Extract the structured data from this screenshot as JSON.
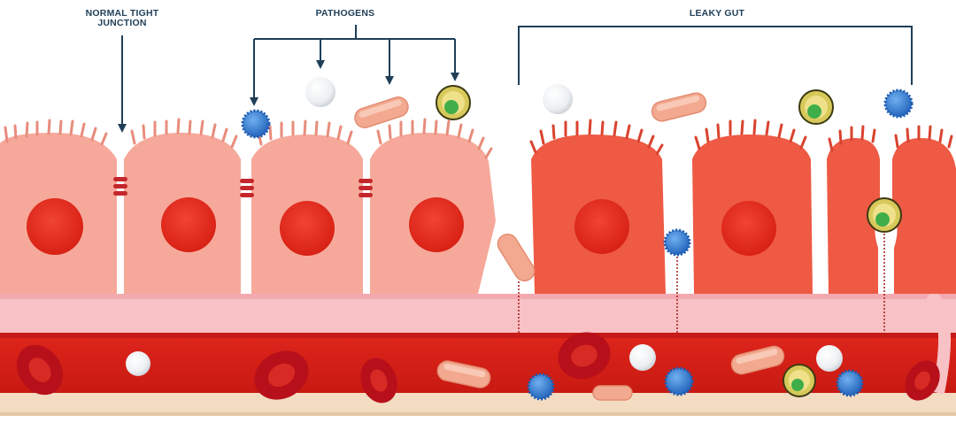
{
  "labels": {
    "normal_tight_junction": [
      "NORMAL TIGHT",
      "JUNCTION"
    ],
    "pathogens": "PATHOGENS",
    "leaky_gut": "LEAKY GUT"
  },
  "colors": {
    "healthy_cell": "#f6a99a",
    "healthy_cell_edge": "#e88c7c",
    "leaky_cell": "#ee5a44",
    "leaky_cell_edge": "#d9432f",
    "nucleus": "#e32a1c",
    "junction": "#c4262b",
    "vessel_wall": "#f8c1c5",
    "vessel_lumen": "#e1241b",
    "red_blood_cell": "#b8101a",
    "label_line": "#1f3f58",
    "pill": "#f2a98f",
    "blue_pathogen": "#3b82d6",
    "yellow_pathogen": "#c9b53a",
    "green_core": "#3fae49",
    "base": "#f3dcc2"
  },
  "icons": [
    "white-sphere-particle",
    "pill-particle",
    "blue-spiky-pathogen",
    "yellow-ringed-pathogen",
    "red-blood-cell"
  ]
}
